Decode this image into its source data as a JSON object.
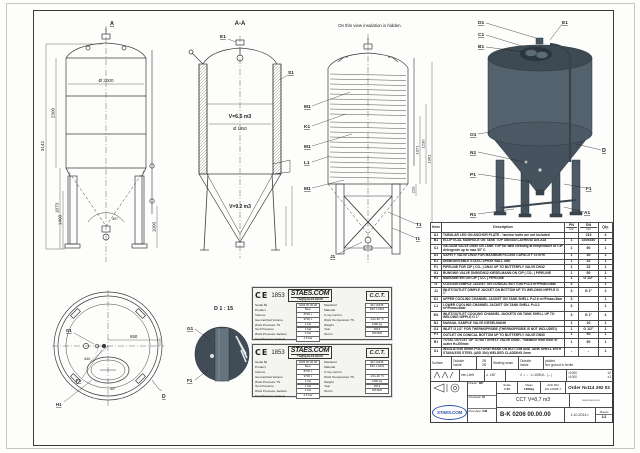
{
  "notes": {
    "insulation_note": "On this view insulation is hidden."
  },
  "views": {
    "front": {
      "callout_a": "A",
      "dim_total": "3142",
      "dim_shell": "2300",
      "dim_cone": "1873",
      "dim_leg": "1400",
      "dim_dia": "Ø 2000",
      "dim_bottom": "1000",
      "dim_angle": "45°"
    },
    "section": {
      "title": "A-A",
      "e1": "E1",
      "s1": "S1",
      "vol_top": "V=6.5 m3",
      "dia": "Ø 1650",
      "vol_cone": "V=9.2 m3"
    },
    "insul": {
      "m1a": "M1",
      "k1": "K1",
      "m1b": "M1",
      "l1": "L1",
      "m1c": "M1",
      "t1": "T1",
      "i1": "I1",
      "j1": "J1",
      "d_tall": "1961",
      "d_mid": "1230",
      "d_low": "1071",
      "d_short": "210"
    },
    "render3d": {
      "d1": "D1",
      "c1": "C1",
      "b1": "B1",
      "e1": "E1",
      "o1": "O1",
      "n1": "N1",
      "p1": "P1",
      "r1": "R1",
      "d": "D",
      "f1": "F1",
      "a1": "A1"
    },
    "topview": {
      "dim_650": "650",
      "dim_440": "440",
      "dim_45": "45°",
      "g1": "G1",
      "f1": "F1",
      "h1": "H1",
      "dflag": "D"
    },
    "detail": {
      "title": "D 1 : 15",
      "g1": "G1",
      "f1": "F1"
    }
  },
  "table": {
    "headers": {
      "item": "Item",
      "desc": "Description",
      "pn": "PN",
      "pn_unit": "bar",
      "dn": "DN",
      "dn_unit": "mm",
      "qty": "Qty."
    },
    "rows": [
      {
        "item": "A1",
        "desc": "TUBULAR LEG ON ANCHOR PLATE - *anchor bolts are not included",
        "pn": "",
        "dn": "219",
        "qty": "4"
      },
      {
        "item": "B1",
        "desc": "ELLIPTICAL MANHOLE ON TANK TOP 340x440 LAVRIGID Act-A18",
        "pn": "1",
        "dn": "340x440",
        "qty": "1"
      },
      {
        "item": "C1",
        "desc": "VACUUM VALVE DN50 ON TANK TOP for tank cleaning at temperature of CIP detergents up to max 30° C",
        "pn": "1",
        "dn": "50",
        "qty": "1"
      },
      {
        "item": "D1",
        "desc": "SAFETY VALVE DN40 FOR MAXIMUM FILLING CAPACITY 10 m³/h",
        "pn": "1",
        "dn": "40",
        "qty": "1"
      },
      {
        "item": "E1",
        "desc": "DISMOUNTABLE STATIC SPRAY BALL Ø80",
        "pn": "1",
        "dn": "32",
        "qty": "1"
      },
      {
        "item": "F1",
        "desc": "PIPELINE FOR CIP ( CO₂ ) DN32 UP TO BUTTERFLY VALVE DN32",
        "pn": "1",
        "dn": "32",
        "qty": "1"
      },
      {
        "item": "G1",
        "desc": "BUNGING VALVE DN50/DN32 KIESELMANN ON CIP ( CO₂ ) PIPELINE",
        "pn": "1",
        "dn": "50",
        "qty": "1"
      },
      {
        "item": "H1",
        "desc": "MANOMETER ON CIP ( CO₂ ) PIPELINE",
        "pn": "1",
        "dn": "G 1/2\"",
        "qty": "1"
      },
      {
        "item": "I1",
        "desc": "COOLING DIMPLE JACKET ON CONICAL BOTTOM P=2.5 m²/Pmax=3bar",
        "pn": "3",
        "dn": "",
        "qty": "1"
      },
      {
        "item": "J1",
        "desc": "INLET/OUTLET DIMPLE JACKET ON BOTTOM UP TO WELDING NIPPLE G 1\"",
        "pn": "3",
        "dn": "G 1\"",
        "qty": "2"
      },
      {
        "item": "K1",
        "desc": "UPPER COOLING CHANNEL JACKET ON TANK SHELL P=2.6 m²/Pmax=3bar",
        "pn": "3",
        "dn": "",
        "qty": "1"
      },
      {
        "item": "L1",
        "desc": "LOWER COOLING CHANNEL JACKET ON TANK SHELL P=3.2 m²/Pmax=3bar",
        "pn": "3",
        "dn": "",
        "qty": "1"
      },
      {
        "item": "M1",
        "desc": "INLET/OUTLET COOLING CHANNEL JACKETS ON TANK SHELL UP TO WELDING NIPPLE G 1\"",
        "pn": "3",
        "dn": "G 1\"",
        "qty": "4"
      },
      {
        "item": "N1",
        "desc": "MANUAL SAMPLE VALVE KIESELMANN",
        "pn": "1",
        "dn": "10",
        "qty": "1"
      },
      {
        "item": "O1",
        "desc": "INLET G 1/2\" FOR THERMOPROBE (THERMOPROBE IS NOT INCLUDED)",
        "pn": "1",
        "dn": "G 1/2\"",
        "qty": "1"
      },
      {
        "item": "P1",
        "desc": "OUTLET ON CONICAL BOTTOM UP TO BUTTERFLY VALVE DN50",
        "pn": "1",
        "dn": "50",
        "qty": "1"
      },
      {
        "item": "R1",
        "desc": "TOTAL OUTLET UP TO BUTTERFLY VALVE DN50 - *distance from floor in outlet H=250mm",
        "pn": "1",
        "dn": "50",
        "qty": "1"
      },
      {
        "item": "S1",
        "desc": "INSULATION 50mm POLYURETHANE ON BOTTOM AND TANK SHELL WITH STAINLESS STEEL (AISI 304) WELDED CLADDING 2mm",
        "pn": "-",
        "dn": "-",
        "qty": "1"
      }
    ]
  },
  "surface": {
    "label": "Surface",
    "o1": "Outside",
    "i1": "Inside",
    "v1": "2B",
    "v2": "2B",
    "weld": "Welding seam",
    "o2": "Outside",
    "i2": "Inside",
    "w1": "pickled",
    "w2": "Not ground in ferrite"
  },
  "tolerance": {
    "rough": "min.L/left",
    "angle": "∠  ±30'",
    "geo": "//  ⊥  ○",
    "len": "L=1000±1",
    "arrow": "|↔|",
    "t1": ">1000",
    "t1v": "±2",
    "t2": "<1000",
    "t2v": "±1"
  },
  "titleblock": {
    "scale_label": "Scale",
    "scale": "1:25",
    "mass_label": "Mass",
    "mass": "1280kg",
    "material_1": "AISI 304",
    "material_2": "EN 10028-7",
    "order": "Order №114 292 03",
    "order_sub": "www.staes.com",
    "drawn_label": "Drawn:",
    "drawn": "MP",
    "checked_label": "Checked:",
    "checked": "KI",
    "postapp_label": "Post-App:",
    "postapp": "DM",
    "product": "CCT V=8,7 m3",
    "number": "B-K 0206 00.00.00",
    "date": "1.10.2014 г.",
    "sheets_label": "Sheets",
    "sheets": "1/1",
    "logo": "STAES.COM"
  },
  "plate": {
    "ce": "CE",
    "notified": "1853",
    "brand": "STAES.COM",
    "phone": "+32(0)14.25.93.00",
    "type": "C.C.T.",
    "left": [
      {
        "l": "Serial №",
        "v": "0206 00.00.00"
      },
      {
        "l": "Product",
        "v": "Beer"
      },
      {
        "l": "Volume",
        "v": "8700 L"
      },
      {
        "l": "Geometrical Volume",
        "v": "9700 L"
      },
      {
        "l": "Work Pressure TS",
        "v": "1 bar"
      },
      {
        "l": "Test Pressure",
        "v": "1 bar"
      },
      {
        "l": "Work Pressure Jackets",
        "v": "3 bar"
      },
      {
        "l": "Test Pressure Jackets",
        "v": "4.5 bar"
      }
    ],
    "right": [
      {
        "l": "Standard",
        "v": "EN 13445"
      },
      {
        "l": "Material",
        "v": "DIN 1.4301"
      },
      {
        "l": "X-ray control",
        "v": "-"
      },
      {
        "l": "Work Temperature TS",
        "v": "-10/+40 °C"
      },
      {
        "l": "Weight",
        "v": "1280 kg"
      },
      {
        "l": "Year",
        "v": "2014"
      },
      {
        "l": "Test in",
        "v": "WATER"
      }
    ]
  }
}
